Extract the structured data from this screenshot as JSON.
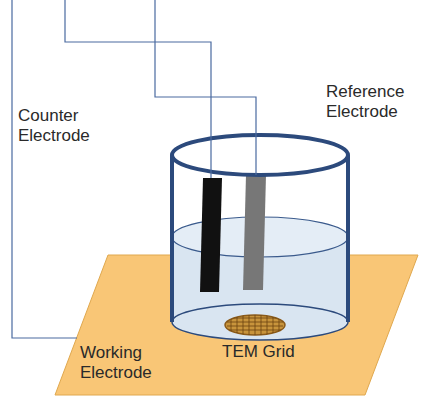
{
  "diagram": {
    "labels": [
      "Counter Electrode",
      "Reference Electrode",
      "TEM Grid",
      "Working Electrode"
    ]
  }
}
